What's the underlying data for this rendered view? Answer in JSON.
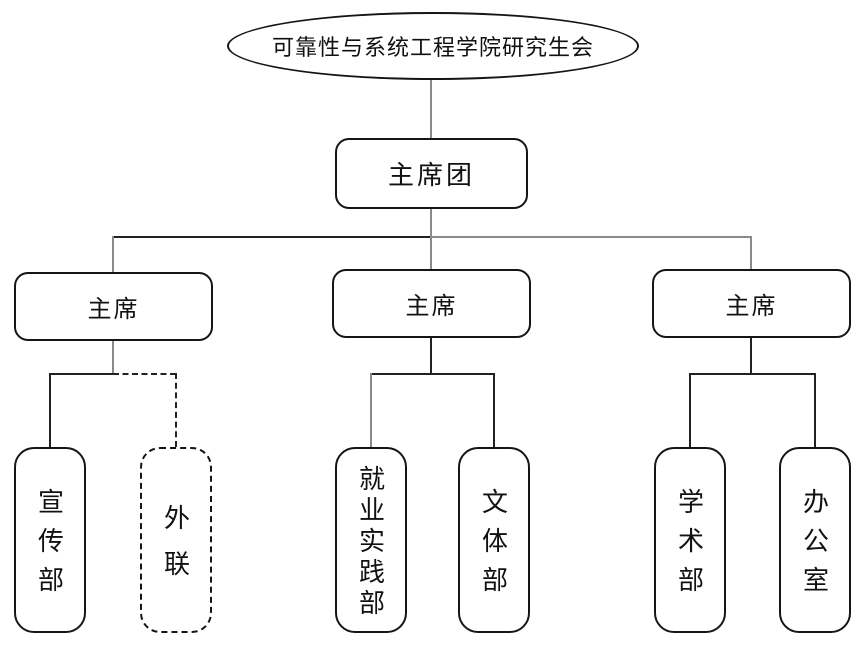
{
  "org_chart": {
    "type": "org-tree",
    "root": {
      "label": "可靠性与系统工程学院研究生会"
    },
    "presidium": {
      "label": "主席团"
    },
    "chairs": [
      {
        "label": "主席"
      },
      {
        "label": "主席"
      },
      {
        "label": "主席"
      }
    ],
    "departments": [
      {
        "id": "publicity",
        "label": "宣传部",
        "parent_chair": 1,
        "outline": "solid"
      },
      {
        "id": "outreach",
        "label": "外联",
        "parent_chair": 1,
        "outline": "dashed"
      },
      {
        "id": "employment",
        "label": "就业实践部",
        "parent_chair": 2,
        "outline": "solid"
      },
      {
        "id": "culture",
        "label": "文体部",
        "parent_chair": 2,
        "outline": "solid"
      },
      {
        "id": "academic",
        "label": "学术部",
        "parent_chair": 3,
        "outline": "solid"
      },
      {
        "id": "office",
        "label": "办公室",
        "parent_chair": 3,
        "outline": "solid"
      }
    ],
    "colors": {
      "background": "#ffffff",
      "node_border": "#151515",
      "connector_gray": "#8a8a8a",
      "connector_dark": "#222222"
    }
  }
}
